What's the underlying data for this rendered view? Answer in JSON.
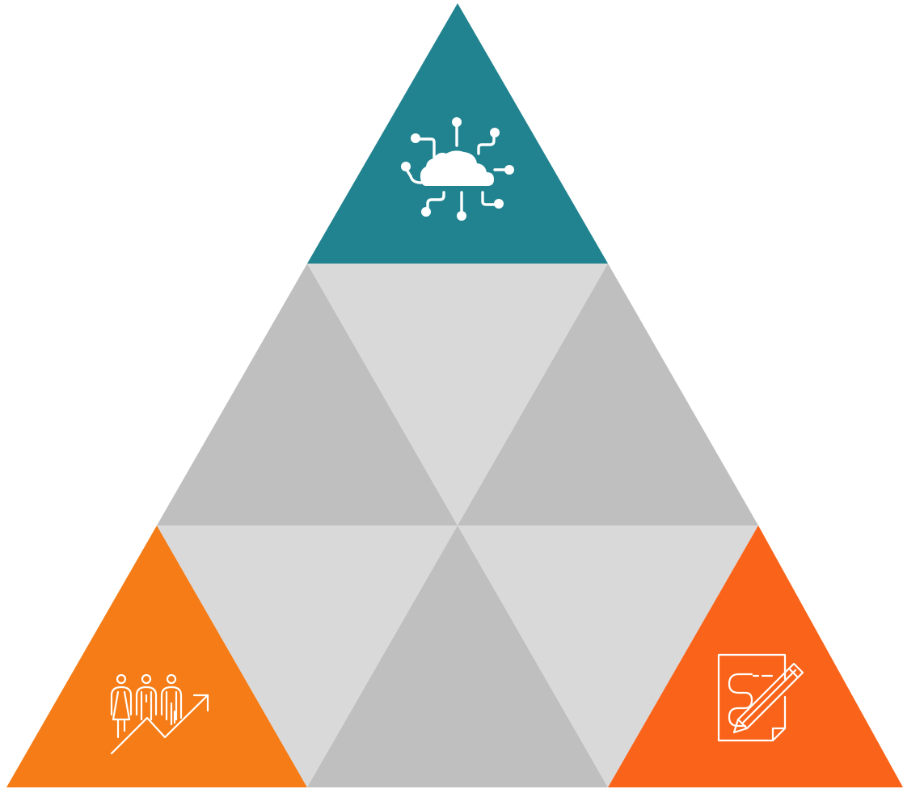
{
  "diagram": {
    "type": "triangular pyramid grid",
    "rows": 3,
    "tiles": [
      {
        "id": "top",
        "role": "apex",
        "color": "#21838f",
        "icon": "cloud-network-icon"
      },
      {
        "id": "mid-left",
        "color": "#bfbfbf"
      },
      {
        "id": "mid-center",
        "color": "#d9d9d9"
      },
      {
        "id": "mid-right",
        "color": "#bfbfbf"
      },
      {
        "id": "bottom-left",
        "role": "corner",
        "color": "#f57c16",
        "icon": "people-growth-icon"
      },
      {
        "id": "bottom-center-left",
        "color": "#d9d9d9"
      },
      {
        "id": "bottom-center",
        "color": "#bfbfbf"
      },
      {
        "id": "bottom-center-right",
        "color": "#d9d9d9"
      },
      {
        "id": "bottom-right",
        "role": "corner",
        "color": "#fa641a",
        "icon": "document-edit-icon"
      }
    ]
  }
}
